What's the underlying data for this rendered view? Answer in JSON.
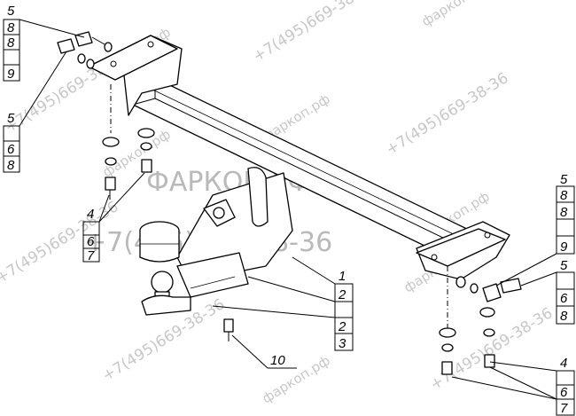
{
  "watermark": {
    "site": "фаркоп.рф",
    "phone": "+7(495)669-38-36",
    "brand": "ФАРКОП.РФ"
  },
  "callouts": {
    "top_left_a": [
      "5",
      "8",
      "8",
      "9"
    ],
    "top_left_b": [
      "5",
      "6",
      "8"
    ],
    "left_mid": [
      "4",
      "6",
      "7"
    ],
    "center": [
      "1",
      "2",
      "2",
      "3"
    ],
    "center_bottom": "10",
    "right_a": [
      "5",
      "8",
      "8",
      "9"
    ],
    "right_b": [
      "5",
      "6",
      "8"
    ],
    "right_bottom": [
      "4",
      "6",
      "7"
    ]
  }
}
